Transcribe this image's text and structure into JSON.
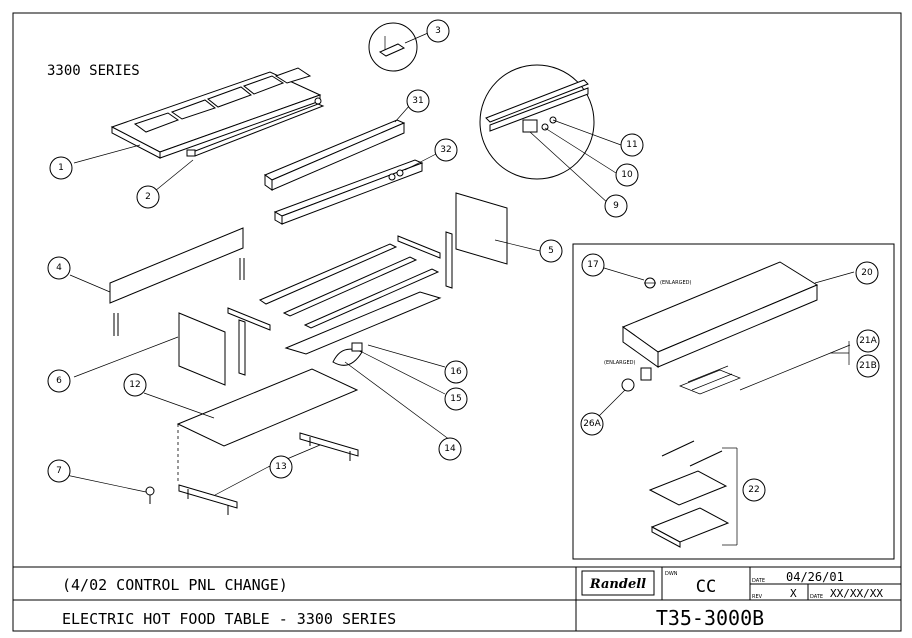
{
  "series_label": "3300 SERIES",
  "callouts": [
    "1",
    "2",
    "3",
    "4",
    "5",
    "6",
    "7",
    "9",
    "10",
    "11",
    "12",
    "13",
    "14",
    "15",
    "16",
    "17",
    "20",
    "21A",
    "21B",
    "22",
    "26A",
    "31",
    "32"
  ],
  "enlarged_labels": [
    "(ENLARGED)",
    "(ENLARGED)"
  ],
  "title_block": {
    "revision_note": "(4/02 CONTROL PNL CHANGE)",
    "drawing_title": "ELECTRIC HOT FOOD TABLE - 3300 SERIES",
    "logo_text": "Randell",
    "drawn_by_label": "DWN",
    "drawn_by": "CC",
    "date_label": "DATE",
    "date": "04/26/01",
    "rev_by_label": "REV",
    "rev_by": "X",
    "rev_date_label": "DATE",
    "rev_date": "XX/XX/XX",
    "drawing_number": "T35-3000B"
  }
}
